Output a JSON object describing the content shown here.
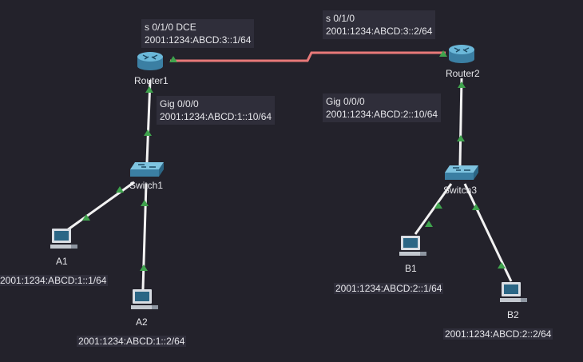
{
  "devices": {
    "router1": {
      "name": "Router1"
    },
    "router2": {
      "name": "Router2"
    },
    "switch1": {
      "name": "Switch1"
    },
    "switch3": {
      "name": "Switch3"
    },
    "pc_a1": {
      "name": "A1",
      "address": "2001:1234:ABCD:1::1/64"
    },
    "pc_a2": {
      "name": "A2",
      "address": "2001:1234:ABCD:1::2/64"
    },
    "pc_b1": {
      "name": "B1",
      "address": "2001:1234:ABCD:2::1/64"
    },
    "pc_b2": {
      "name": "B2",
      "address": "2001:1234:ABCD:2::2/64"
    }
  },
  "interfaces": {
    "r1_serial": {
      "port": "s 0/1/0 DCE",
      "address": "2001:1234:ABCD:3::1/64"
    },
    "r2_serial": {
      "port": "s 0/1/0",
      "address": "2001:1234:ABCD:3::2/64"
    },
    "r1_gig": {
      "port": "Gig 0/0/0",
      "address": "2001:1234:ABCD:1::10/64"
    },
    "r2_gig": {
      "port": "Gig 0/0/0",
      "address": "2001:1234:ABCD:2::10/64"
    }
  },
  "colors": {
    "background": "#23222b",
    "label_bg": "#2f2e3a",
    "ethernet_link": "#f2f2f2",
    "serial_link": "#e87979",
    "link_up": "#3fa34d"
  }
}
